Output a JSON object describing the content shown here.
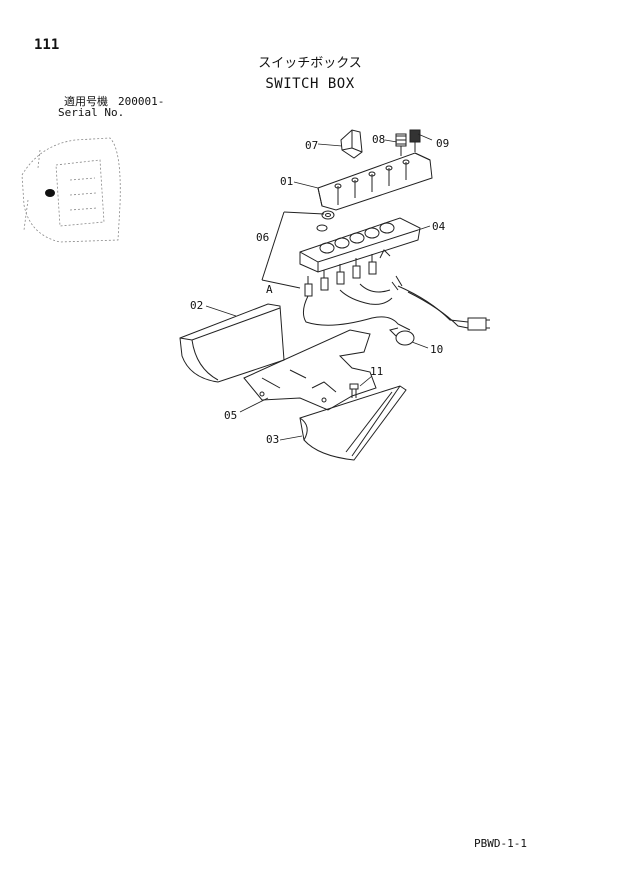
{
  "page_number": "111",
  "title_jp": "スイッチボックス",
  "title_en": "SWITCH BOX",
  "serial": {
    "label_jp": "適用号機",
    "label_en": "Serial No.",
    "value": "200001-"
  },
  "footer_code": "PBWD-1-1",
  "callouts": {
    "c01": "01",
    "c02": "02",
    "c03": "03",
    "c04": "04",
    "c05": "05",
    "c06": "06",
    "c07": "07",
    "c08": "08",
    "c09": "09",
    "c10": "10",
    "c11": "11",
    "cA": "A"
  }
}
